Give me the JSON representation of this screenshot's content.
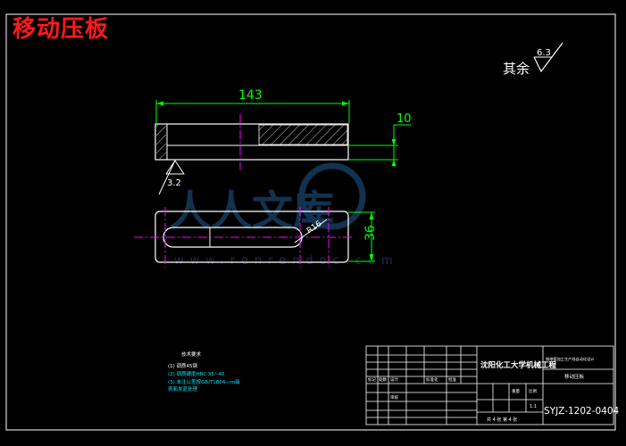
{
  "title": "移动压板",
  "surface_note": {
    "prefix": "其余",
    "value": "6.3"
  },
  "dims": {
    "length": "143",
    "thickness": "10",
    "width": "36",
    "radius": "R16",
    "roughness": "3.2"
  },
  "notes": {
    "header": "技术要求",
    "lines": [
      "(1) 调质45钢",
      "(2) 调质硬度HRC 35~40",
      "(3) 未注公差按GB/T1804—m级",
      "    表面发蓝处理"
    ]
  },
  "title_block": {
    "school": "沈阳化工大学机械工程",
    "project": "钢带管加工生产线自动化设计",
    "part_name": "移动压板",
    "drawing_no": "SYJZ-1202-0404",
    "scale": "1:1",
    "sheet": "共 4 张 第 4 张",
    "cells": {
      "designer": "设计",
      "checker": "审核",
      "std": "标准化",
      "approve": "批准",
      "mark": "标记",
      "count": "处数",
      "weight": "重量",
      "ratio": "比例"
    }
  },
  "watermark": {
    "brand": "人人文库",
    "url": "www.renrendoc.com"
  }
}
